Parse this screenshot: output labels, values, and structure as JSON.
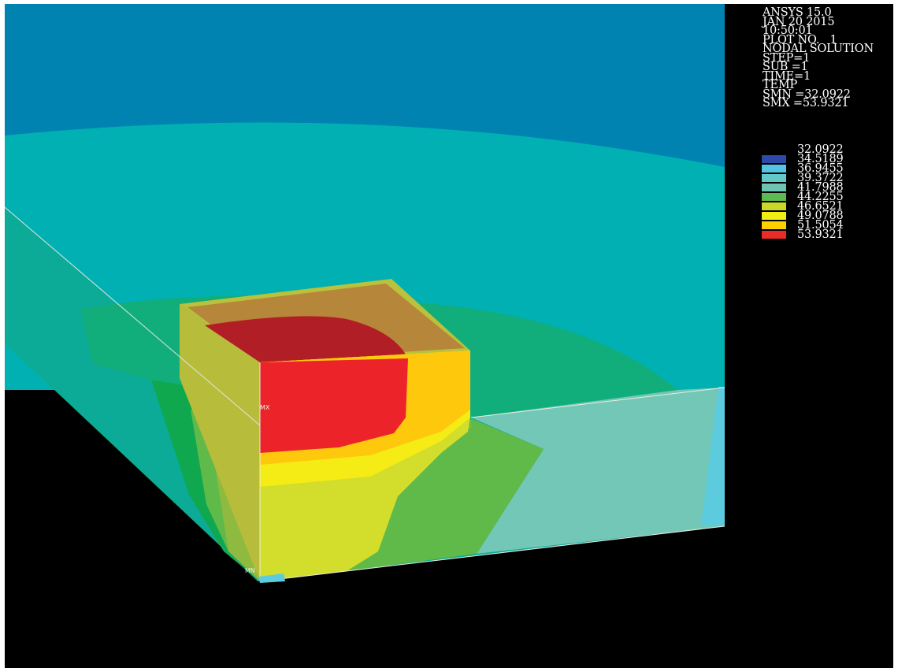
{
  "info": {
    "program": "ANSYS 15.0",
    "date": "JAN 20 2015",
    "time": "10:50:01",
    "plot_no": "PLOT NO.   1",
    "solution_type": "NODAL SOLUTION",
    "step": "STEP=1",
    "sub": "SUB =1",
    "time_value": "TIME=1",
    "result_item": "TEMP",
    "smn": "SMN =32.0922",
    "smx": "SMX =53.9321"
  },
  "legend": {
    "levels": [
      "32.0922",
      "34.5189",
      "36.9455",
      "39.3722",
      "41.7988",
      "44.2255",
      "46.6521",
      "49.0788",
      "51.5054",
      "53.9321"
    ],
    "colors": [
      "#2e4aa8",
      "#55c4e2",
      "#62c9c9",
      "#6ec5b4",
      "#5dba52",
      "#cbd62a",
      "#f1ee14",
      "#ffd000",
      "#ec2b29"
    ]
  },
  "viewport": {
    "mx_label": "MX",
    "mn_label": "MN",
    "colors": {
      "background_top": "#0083b0",
      "background_mid": "#00b0b3",
      "board_body": "#0ba98a",
      "board_light_green": "#10b16e",
      "board_gray_green": "#76c5b8",
      "board_mid_green": "#5fb94a",
      "board_olive": "#8fb940",
      "chip_top_ring": "#b9c33d",
      "chip_top_brown": "#b28431",
      "chip_top_red": "#b21e26",
      "chip_front_red": "#ec2429",
      "chip_front_orange": "#fec80c",
      "chip_front_yellow": "#f4ed13",
      "chip_front_lime": "#d0dc2e",
      "chip_side_yellow": "#fbd20f",
      "front_face_cyan": "#5ccbdd"
    }
  }
}
